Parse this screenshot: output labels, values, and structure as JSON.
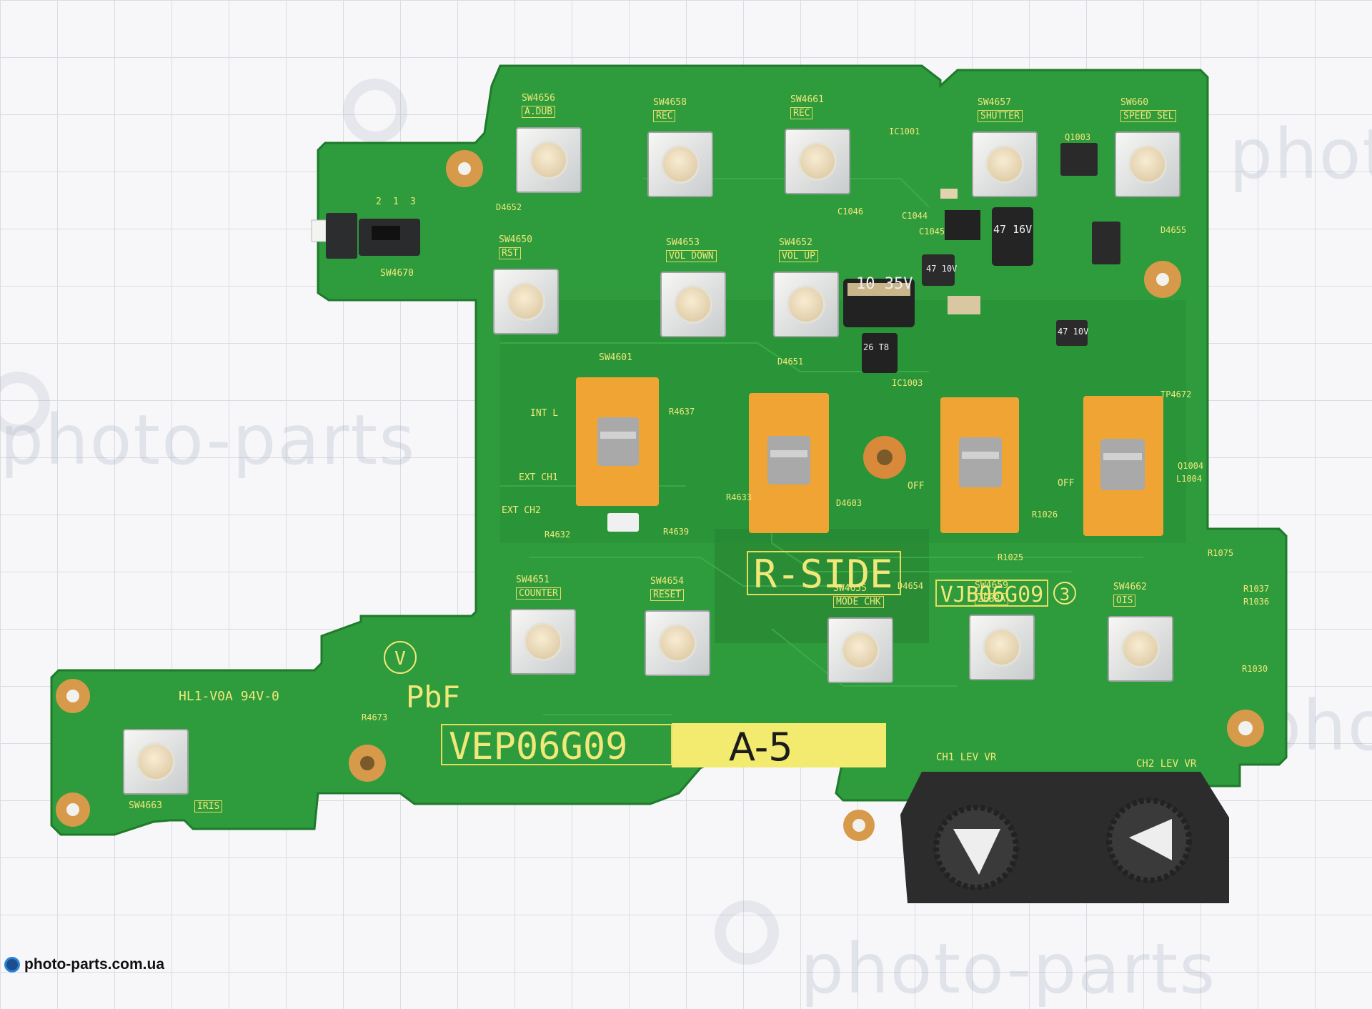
{
  "watermark": {
    "site": "photo-parts.com.ua",
    "word_1": "photo-parts",
    "word_2": "photo",
    "word_3": "phot"
  },
  "board": {
    "main_label": "R-SIDE",
    "part_top": "VJB06G09",
    "part_circle": "3",
    "part_bottom": "VEP06G09",
    "revision_sticker": "A-5",
    "pbf": "PbF",
    "rating": "HL1-V0A 94V-0",
    "v_mark": "V",
    "slide_switch": {
      "ref": "SW4670",
      "pins": [
        "2",
        "1",
        "3"
      ]
    },
    "buttons_row1": [
      {
        "ref": "SW4656",
        "label": "A.DUB"
      },
      {
        "ref": "SW4658",
        "label": "REC"
      },
      {
        "ref": "SW4661",
        "label": "REC"
      },
      {
        "ref": "SW4657",
        "label": "SHUTTER"
      },
      {
        "ref": "SW660",
        "label": "SPEED SEL"
      }
    ],
    "buttons_row2": [
      {
        "ref": "SW4650",
        "label": "RST"
      },
      {
        "ref": "SW4653",
        "label": "VOL DOWN"
      },
      {
        "ref": "SW4652",
        "label": "VOL UP"
      }
    ],
    "buttons_row3": [
      {
        "ref": "SW4651",
        "label": "COUNTER"
      },
      {
        "ref": "SW4654",
        "label": "RESET"
      },
      {
        "ref": "SW4655",
        "label": "MODE CHK"
      },
      {
        "ref": "SW4659",
        "label": "ZEBRA"
      },
      {
        "ref": "SW4662",
        "label": "OIS"
      }
    ],
    "iris_button": {
      "ref": "SW4663",
      "label": "IRIS"
    },
    "slide_labels": [
      "SW4601",
      "INT L",
      "EXT CH1",
      "EXT CH2",
      "OFF",
      "OFF"
    ],
    "capacitors": [
      "10 35V",
      "47 16V",
      "47 10V",
      "47 10V",
      "26 T8"
    ],
    "silk_refs": [
      "D4652",
      "D4655",
      "D4651",
      "D4603",
      "D4654",
      "R4673",
      "R4637",
      "R4633",
      "R4639",
      "R4632",
      "R1037",
      "R1036",
      "R1030",
      "R1026",
      "R1025",
      "R1075",
      "C1045",
      "C1044",
      "C1046",
      "Q1003",
      "Q1004",
      "IC1001",
      "IC1003",
      "TP4672",
      "L1004"
    ],
    "vr_labels": [
      "CH1 LEV VR",
      "CH2 LEV VR"
    ],
    "colors": {
      "pcb": "#2d9a3c",
      "pcb_dark": "#237d30",
      "silk": "#f2e87a",
      "slider_pad": "#f0a434",
      "pad_ring": "#d69a4a"
    }
  }
}
